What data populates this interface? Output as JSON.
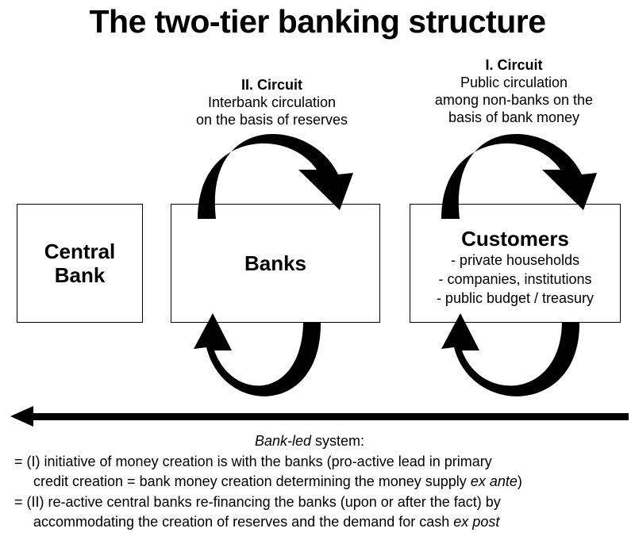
{
  "title": "The two-tier banking structure",
  "circuit_2": {
    "heading": "II. Circuit",
    "line1": "Interbank circulation",
    "line2": "on the basis of reserves"
  },
  "circuit_1": {
    "heading": "I. Circuit",
    "line1": "Public circulation",
    "line2": "among non-banks on the",
    "line3": "basis of bank money"
  },
  "central_bank": {
    "line1": "Central",
    "line2": "Bank"
  },
  "banks": {
    "label": "Banks"
  },
  "customers": {
    "label": "Customers",
    "items": [
      "- private households",
      "- companies, institutions",
      "- public budget / treasury"
    ]
  },
  "footer": {
    "heading_em": "Bank-led",
    "heading_rest": " system:",
    "point1_line1": "= (I) initiative of money creation is with the banks (pro-active lead in primary",
    "point1_line2_pre": "credit creation = bank money creation determining the money supply ",
    "point1_line2_em": "ex ante",
    "point1_line2_post": ")",
    "point2_line1": "= (II) re-active central banks re-financing the banks (upon or after the fact) by",
    "point2_line2_pre": "accommodating the creation of reserves and the demand for cash ",
    "point2_line2_em": "ex post"
  }
}
